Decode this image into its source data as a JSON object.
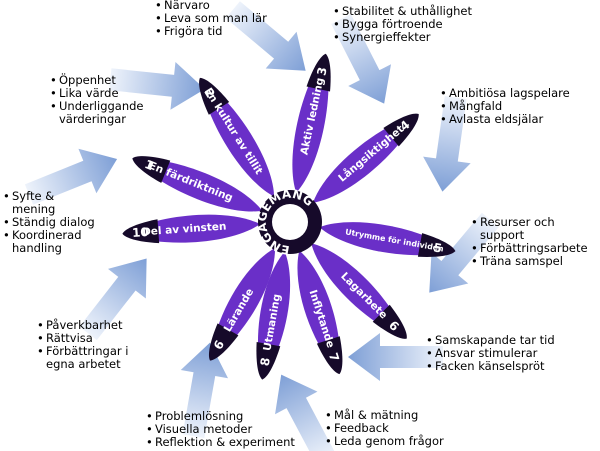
{
  "center": {
    "label": "ENGAGEMANG"
  },
  "colors": {
    "petal": "#6a2fc8",
    "base": "#160a2a",
    "arrow_light": "#e3ecf9",
    "arrow_dark": "#7e9fd6"
  },
  "petals": [
    {
      "num": "1",
      "label": "En färdriktning"
    },
    {
      "num": "2",
      "label": "En kultur av tillit"
    },
    {
      "num": "3",
      "label": "Aktiv ledning"
    },
    {
      "num": "4",
      "label": "Långsiktighet"
    },
    {
      "num": "5",
      "label": "Utrymme för individen"
    },
    {
      "num": "6",
      "label": "Lagarbete"
    },
    {
      "num": "7",
      "label": "Inflytande"
    },
    {
      "num": "8",
      "label": "Utmaning"
    },
    {
      "num": "6",
      "label": "Lärande"
    },
    {
      "num": "10",
      "label": "Del av vinsten"
    }
  ],
  "bullet_groups": [
    {
      "name": "narvaro",
      "items": [
        "Närvaro",
        "Leva som man lär",
        "Frigöra tid"
      ]
    },
    {
      "name": "stabilitet",
      "items": [
        "Stabilitet & uthållighet",
        "Bygga förtroende",
        "Synergieffekter"
      ]
    },
    {
      "name": "oppenhet",
      "items": [
        "Öppenhet",
        "Lika värde",
        "Underliggande värderingar"
      ]
    },
    {
      "name": "ambitiosa",
      "items": [
        "Ambitiösa lagspelare",
        "Mångfald",
        "Avlasta eldsjälar"
      ]
    },
    {
      "name": "syfte",
      "items": [
        "Syfte & mening",
        "Ständig dialog",
        "Koordinerad handling"
      ]
    },
    {
      "name": "resurser",
      "items": [
        "Resurser och support",
        "Förbättringsarbete",
        "Träna samspel"
      ]
    },
    {
      "name": "paverkbarhet",
      "items": [
        "Påverkbarhet",
        "Rättvisa",
        "Förbättringar i egna arbetet"
      ]
    },
    {
      "name": "samskapande",
      "items": [
        "Samskapande tar tid",
        "Ansvar stimulerar",
        "Facken känselspröt"
      ]
    },
    {
      "name": "problemlosning",
      "items": [
        "Problemlösning",
        "Visuella metoder",
        "Reflektion & experiment"
      ]
    },
    {
      "name": "mal",
      "items": [
        "Mål & mätning",
        "Feedback",
        "Leda genom frågor"
      ]
    }
  ]
}
